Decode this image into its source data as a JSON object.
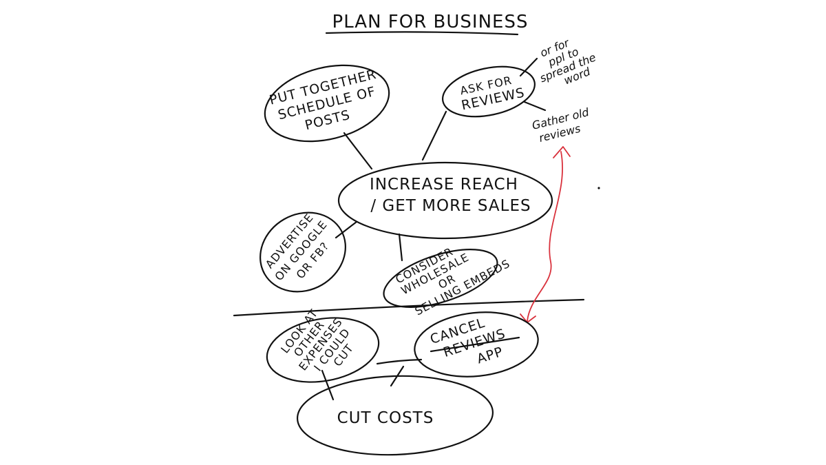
{
  "title": "PLAN FOR BUSINESS",
  "nodes": {
    "increase_reach": [
      "INCREASE REACH",
      "/ GET MORE SALES"
    ],
    "schedule_posts": [
      "PUT TOGETHER",
      "SCHEDULE OF",
      "POSTS"
    ],
    "ask_reviews": [
      "ASK FOR",
      "REVIEWS"
    ],
    "advertise": [
      "ADVERTISE",
      "ON GOOGLE",
      "OR FB?"
    ],
    "wholesale": [
      "CONSIDER",
      "WHOLESALE",
      "OR",
      "SELLING EMBEDS"
    ],
    "look_expenses": [
      "LOOK AT",
      "OTHER",
      "EXPENSES",
      "I COULD",
      "CUT"
    ],
    "cancel_app": [
      "CANCEL",
      "REVIEWS",
      "APP"
    ],
    "cut_costs": [
      "CUT COSTS"
    ]
  },
  "notes": {
    "ppl_spread": [
      "or for",
      "ppl to",
      "spread the",
      "word"
    ],
    "gather_old": [
      "Gather old",
      "reviews"
    ]
  },
  "colors": {
    "ink": "#111111",
    "link": "#d9313c"
  }
}
